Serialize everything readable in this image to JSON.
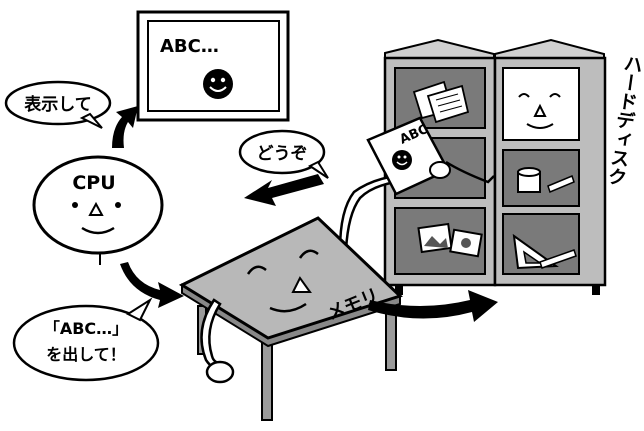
{
  "monitor": {
    "screen_text": "ABC…"
  },
  "cpu": {
    "label": "CPU"
  },
  "bubbles": {
    "display": "表示して",
    "douzo": "どうぞ",
    "request_line1": "「ABC…」",
    "request_line2": "を出して！"
  },
  "memory": {
    "label": "メモリ"
  },
  "hard_disk": {
    "label": "ハードディスク"
  },
  "document": {
    "label": "ABC"
  },
  "colors": {
    "outline": "#000000",
    "fill_gray": "#b8b8b8",
    "shelf_inner": "#7a7a7a",
    "paper": "#ffffff"
  }
}
